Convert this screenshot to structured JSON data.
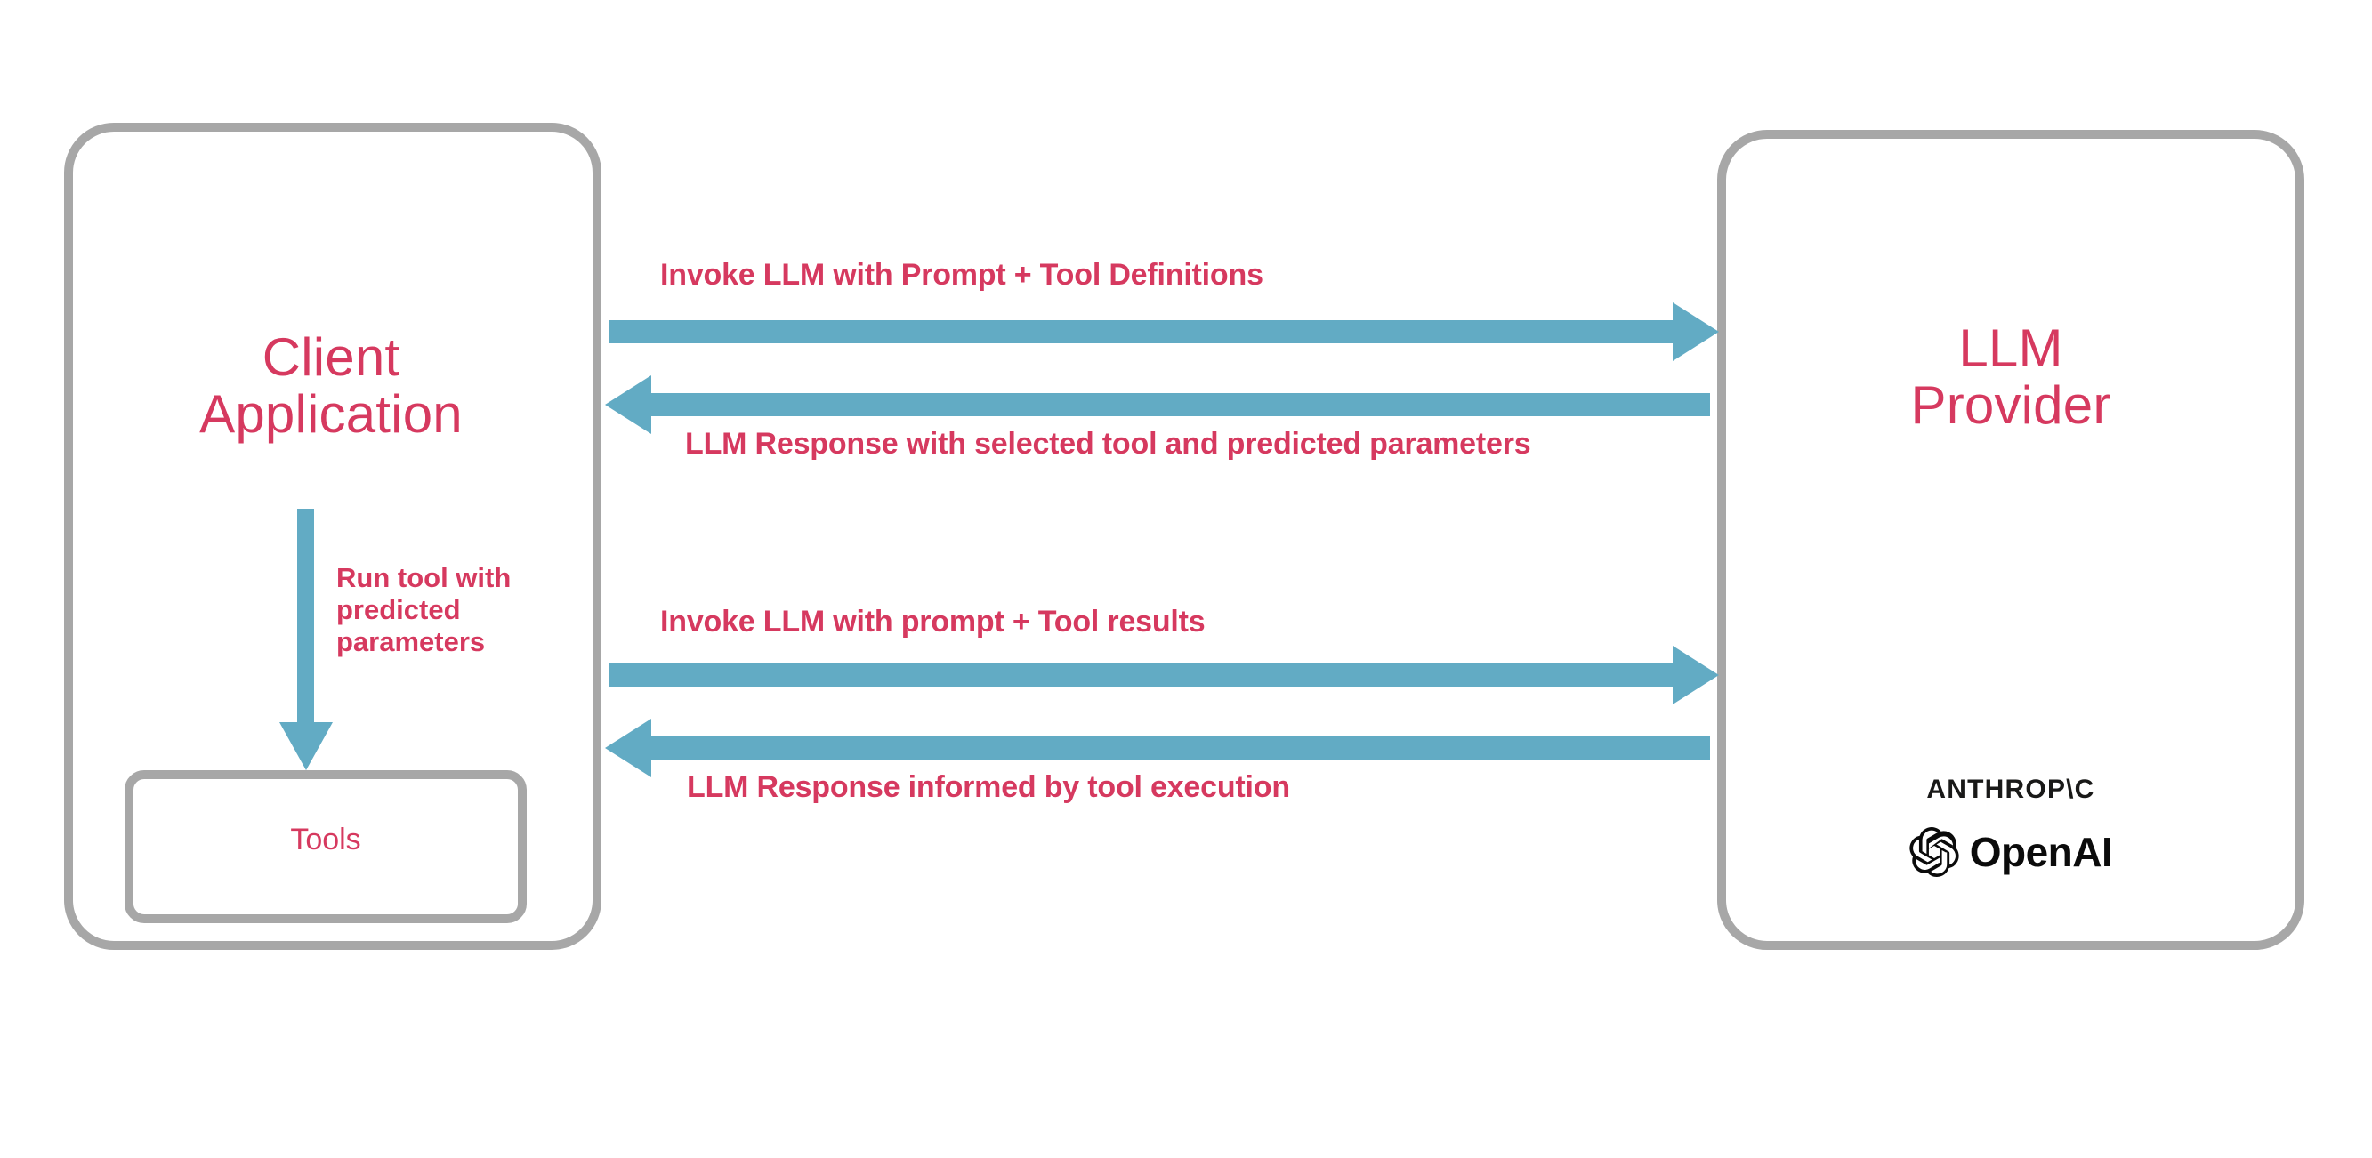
{
  "diagram": {
    "title_left": "Client\nApplication",
    "title_right": "LLM\nProvider",
    "tools_label": "Tools",
    "internal_flow_label": "Run tool with\npredicted\nparameters",
    "messages": [
      {
        "id": "request-1",
        "direction": "client-to-provider",
        "label": "Invoke LLM with Prompt + Tool Definitions"
      },
      {
        "id": "response-1",
        "direction": "provider-to-client",
        "label": "LLM Response with selected tool and predicted parameters"
      },
      {
        "id": "request-2",
        "direction": "client-to-provider",
        "label": "Invoke LLM with prompt + Tool results"
      },
      {
        "id": "response-2",
        "direction": "provider-to-client",
        "label": "LLM Response informed by tool execution"
      }
    ],
    "vendors": [
      {
        "id": "anthropic",
        "wordmark": "ANTHROP\\C"
      },
      {
        "id": "openai",
        "wordmark": "OpenAI"
      }
    ],
    "colors": {
      "accent_text": "#d6395f",
      "arrow": "#62abc4",
      "box_border": "#a7a7a7",
      "logo_text": "#0b0b0b",
      "background": "#ffffff"
    }
  }
}
